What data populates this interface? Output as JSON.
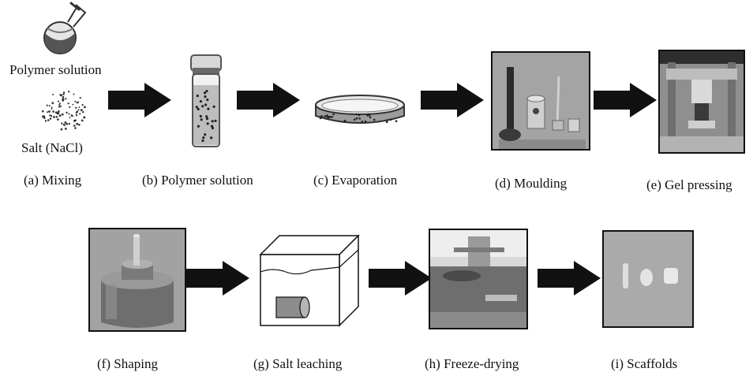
{
  "labels": {
    "polymer_solution_top": "Polymer solution",
    "salt": "Salt (NaCl)",
    "a": "(a) Mixing",
    "b": "(b) Polymer solution",
    "c": "(c) Evaporation",
    "d": "(d) Moulding",
    "e": "(e) Gel pressing",
    "f": "(f) Shaping",
    "g": "(g) Salt leaching",
    "h": "(h) Freeze-drying",
    "i": "(i) Scaffolds"
  },
  "icons": {
    "flask": "flask-icon",
    "salt": "salt-particles-icon",
    "vial": "vial-icon",
    "dish": "petri-dish-icon",
    "arrow": "right-arrow-icon"
  },
  "colors": {
    "arrow": "#111111",
    "photo_bg": "#9a9a9a",
    "metal": "#8c8c8c"
  }
}
